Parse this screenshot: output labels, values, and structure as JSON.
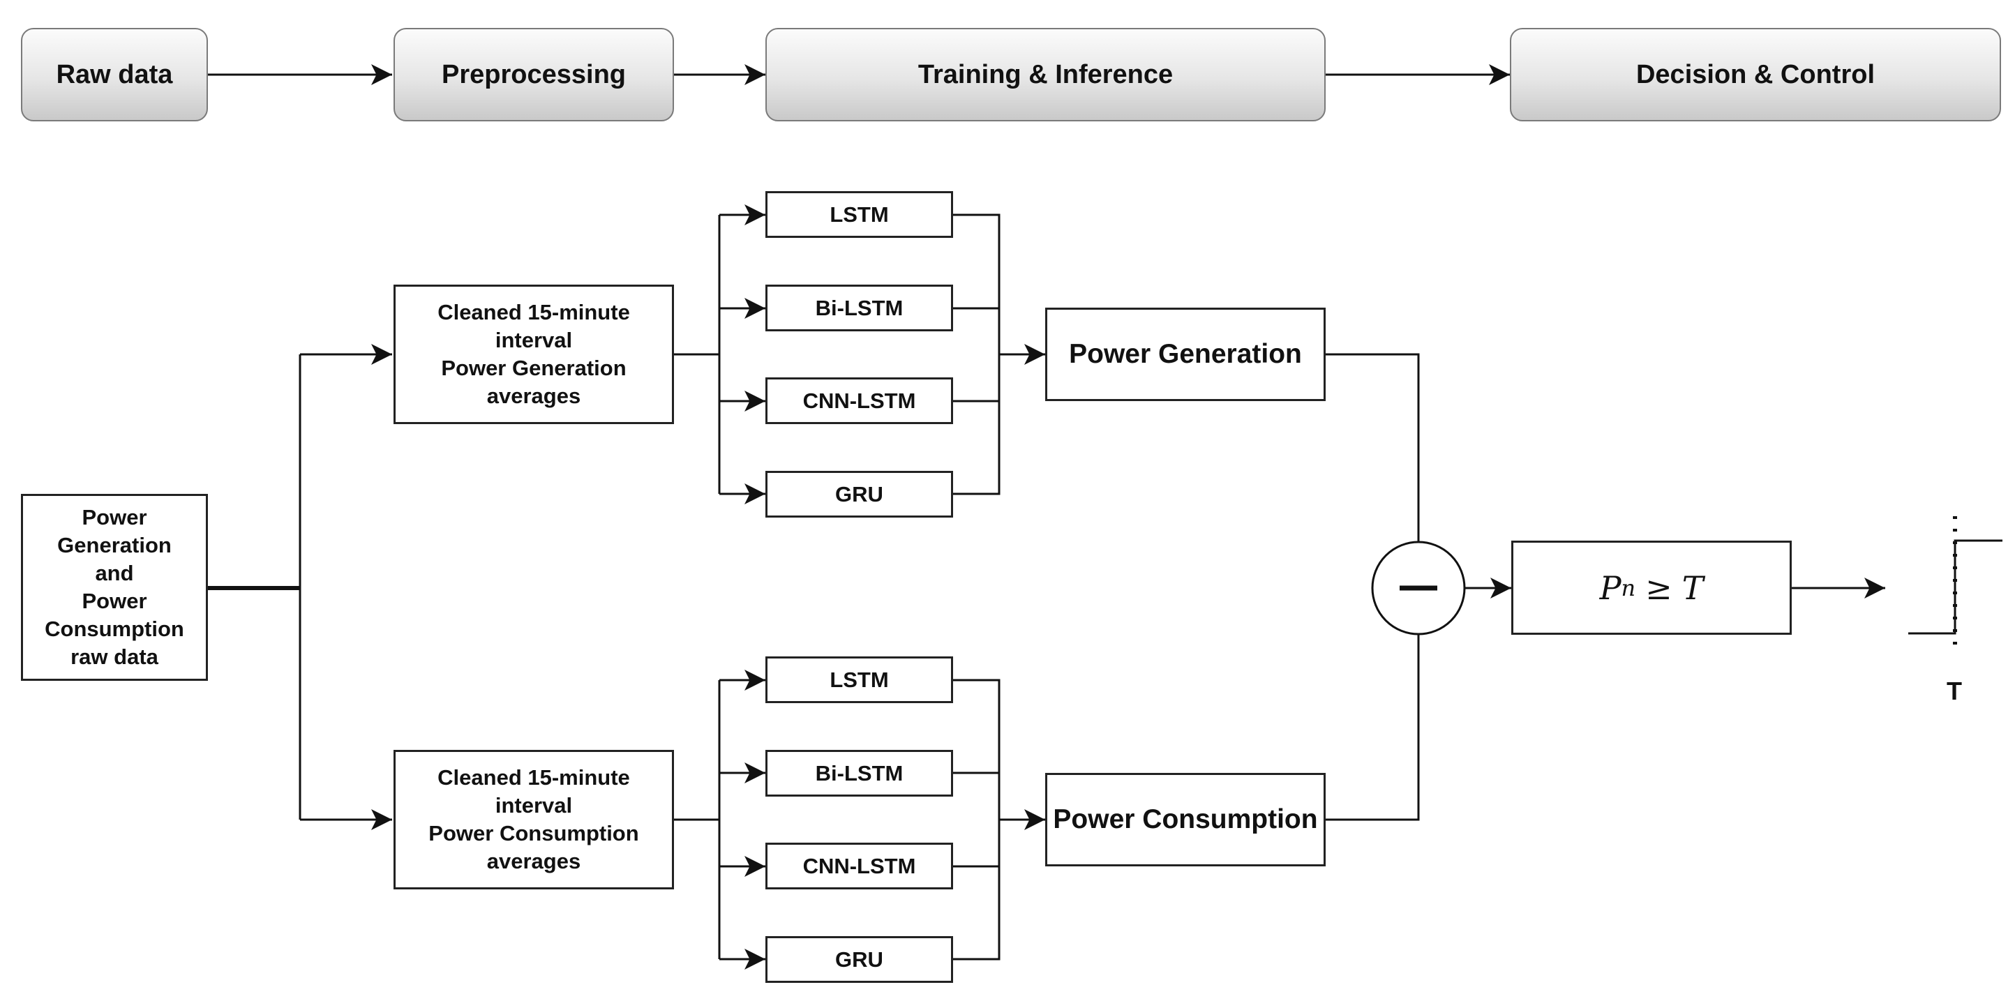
{
  "stages": {
    "raw": "Raw data",
    "preprocessing": "Preprocessing",
    "training": "Training & Inference",
    "decision": "Decision & Control"
  },
  "input": {
    "lines": [
      "Power",
      "Generation",
      "and",
      "Power",
      "Consumption",
      "raw data"
    ]
  },
  "preprocess": {
    "generation": [
      "Cleaned 15-minute",
      "interval",
      "Power Generation",
      "averages"
    ],
    "consumption": [
      "Cleaned 15-minute",
      "interval",
      "Power Consumption",
      "averages"
    ]
  },
  "models": {
    "generation": [
      "LSTM",
      "Bi-LSTM",
      "CNN-LSTM",
      "GRU"
    ],
    "consumption": [
      "LSTM",
      "Bi-LSTM",
      "CNN-LSTM",
      "GRU"
    ]
  },
  "outputs": {
    "generation": "Power Generation",
    "consumption": "Power Consumption"
  },
  "subtract_symbol": "−",
  "decision_rule": {
    "lhs": "P",
    "subscript": "n",
    "operator": "≥",
    "rhs": "T"
  },
  "threshold_label": "T"
}
